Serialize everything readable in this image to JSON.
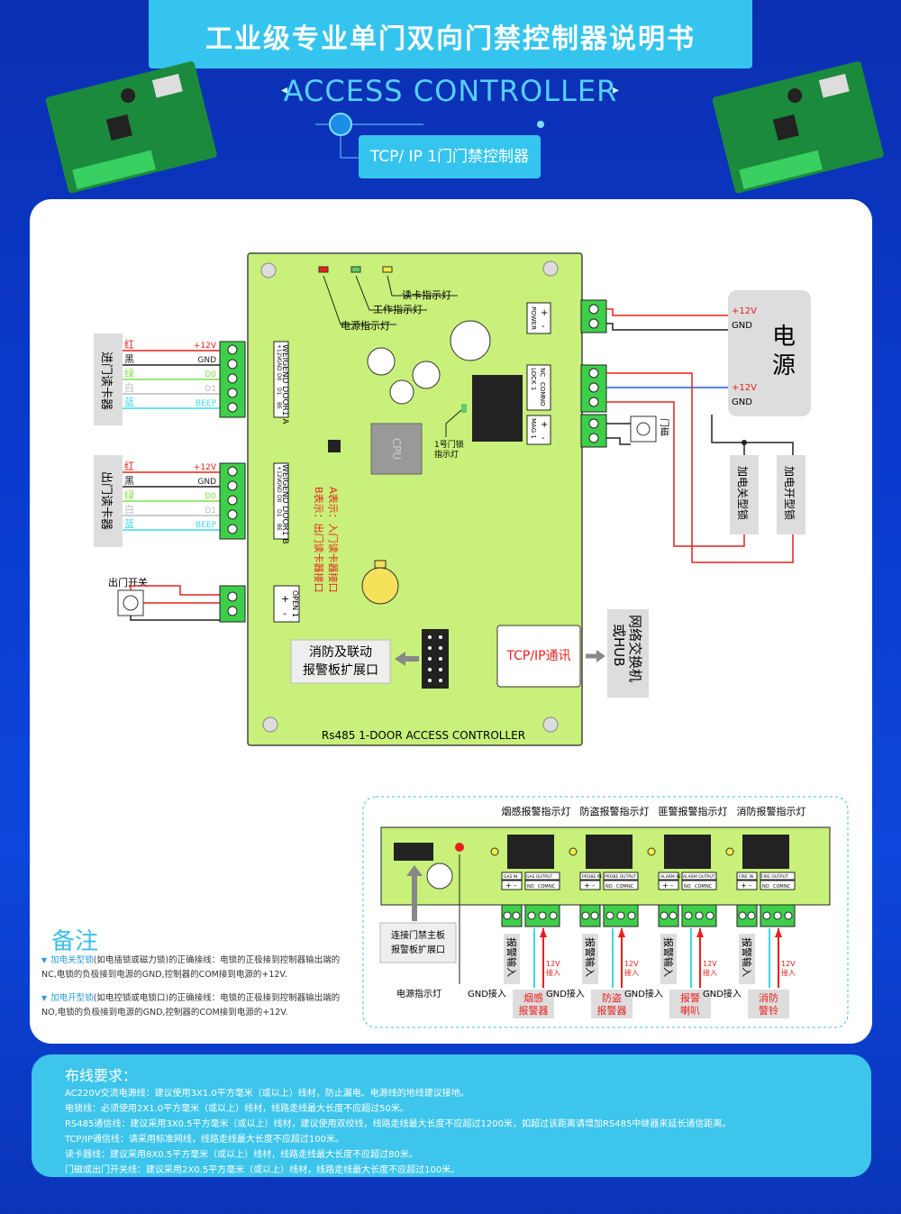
{
  "header": {
    "title": "工业级专业单门双向门禁控制器说明书",
    "subtitle": "ACCESS CONTROLLER",
    "arrow_left": "◂",
    "arrow_right": "▸",
    "tab": "TCP/ IP 1门门禁控制器"
  },
  "board": {
    "label": "Rs485 1-DOOR ACCESS CONTROLLER",
    "cpu": "CPU",
    "led_power": "电源指示灯",
    "led_work": "工作指示灯",
    "led_card": "读卡指示灯",
    "door_led": "1号门锁\n指示灯",
    "note_a": "A表示：入门读卡器接口",
    "note_b": "B表示：出门读卡器接口",
    "tcp": "TCP/IP通讯",
    "fire_port": "消防及联动\n报警板扩展口"
  },
  "reader_in": {
    "label": "进门读卡器",
    "colors": [
      "红",
      "黑",
      "绿",
      "白",
      "蓝"
    ],
    "signals": [
      "+12V",
      "GND",
      "D0",
      "D1",
      "BEEP"
    ],
    "port": "WEIGEND DOOR1 A",
    "pins": [
      "+12V",
      "GND",
      "D0",
      "D1",
      "BE"
    ]
  },
  "reader_out": {
    "label": "出门读卡器",
    "colors": [
      "红",
      "黑",
      "绿",
      "白",
      "蓝"
    ],
    "signals": [
      "+12V",
      "GND",
      "D0",
      "D1",
      "BEEP"
    ],
    "port": "WEIGEND DOOR1 B",
    "pins": [
      "+12V",
      "GND",
      "D0",
      "D1",
      "BE"
    ]
  },
  "exit_button": {
    "label": "出门开关",
    "port": "OPEN 1",
    "plus": "+",
    "minus": "-"
  },
  "power_port": {
    "label": "POWER",
    "plus": "+",
    "minus": "-"
  },
  "lock_port": {
    "label": "LOCK 1",
    "pins": [
      "NC",
      "COM",
      "NO"
    ]
  },
  "mag_port": {
    "label": "MAG 1",
    "plus": "+",
    "minus": "-",
    "sensor": "门磁"
  },
  "psu": {
    "label": "电源",
    "v1": "+12V",
    "g1": "GND",
    "v2": "+12V",
    "g2": "GND"
  },
  "locks": {
    "fail_secure": "加电关型锁",
    "fail_safe": "加电开型锁"
  },
  "network": {
    "label": "网络交换机\n或HUB"
  },
  "alarm_board": {
    "indicators": [
      "烟感报警指示灯",
      "防盗报警指示灯",
      "匪警报警指示灯",
      "消防报警指示灯"
    ],
    "inputs": [
      "GAS IN",
      "PROBE IN",
      "ALARM IN",
      "FIRE IN"
    ],
    "outputs": [
      "GAS OUTPUT",
      "PROBE OUTPUT",
      "ALARM OUTPUT",
      "FIRE OUTPUT"
    ],
    "relay_pins": [
      "NO",
      "COM",
      "NC"
    ],
    "input_label": "报警输入",
    "v12_label": "12V接入",
    "gnd_label": "GND接入",
    "devices": [
      "烟感报警器",
      "防盗报警器",
      "报警喇叭",
      "消防警铃"
    ],
    "connect_label": "连接门禁主板\n报警板扩展口",
    "power_led": "电源指示灯"
  },
  "notes": {
    "title": "备注",
    "n1_hl": "加电关型锁",
    "n1": "(如电插锁或磁力锁)的正确接线：电锁的正极接到控制器输出端的NC,电锁的负极接到电源的GND,控制器的COM接到电源的+12V.",
    "n2_hl": "加电开型锁",
    "n2": "(如电控锁或电锁口)的正确接线：电锁的正极接到控制器输出端的NO,电锁的负极接到电源的GND,控制器的COM接到电源的+12V."
  },
  "wiring": {
    "title": "布线要求：",
    "lines": [
      "AC220V交流电源线：建议使用3X1.0平方毫米（或以上）线材，防止漏电、电源线的地线建议接地。",
      "电锁线：必须使用2X1.0平方毫米（或以上）线材，线路走线最大长度不应超过50米。",
      "RS485通信线：建议采用3X0.5平方毫米（或以上）线材，建议使用双绞线，线路走线最大长度不应超过1200米，如超过该距离请增加RS485中继器来延长通信距离。",
      "TCP/IP通信线：请采用标准网线，线路走线最大长度不应超过100米。",
      "读卡器线：建议采用8X0.5平方毫米（或以上）线材，线路走线最大长度不应超过80米。",
      "门磁或出门开关线：建议采用2X0.5平方毫米（或以上）线材，线路走线最大长度不应超过100米。"
    ]
  },
  "colors": {
    "accent": "#35c4ee",
    "board": "#c8f07a",
    "terminal": "#3ecf4a",
    "red": "#e8201c",
    "blue": "#2a55e0"
  }
}
